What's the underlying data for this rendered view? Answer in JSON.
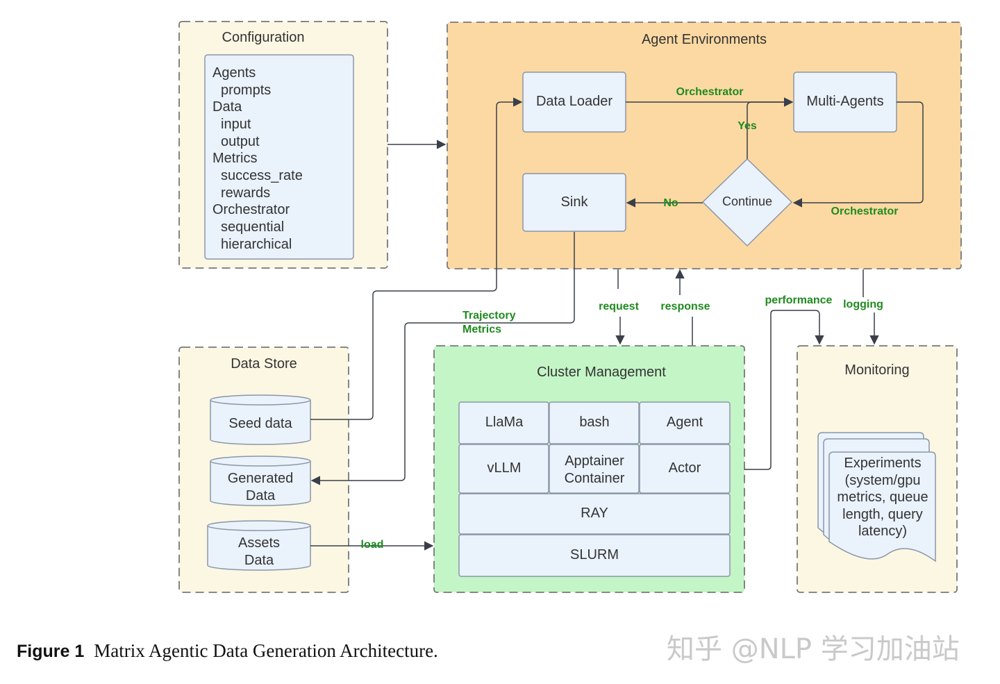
{
  "groups": {
    "configuration": "Configuration",
    "agent_environments": "Agent Environments",
    "data_store": "Data Store",
    "cluster_management": "Cluster Management",
    "monitoring": "Monitoring"
  },
  "configuration_items": [
    "Agents",
    "prompts",
    "Data",
    "input",
    "output",
    "Metrics",
    "success_rate",
    "rewards",
    "Orchestrator",
    "sequential",
    "hierarchical"
  ],
  "nodes": {
    "data_loader": "Data Loader",
    "multi_agents": "Multi-Agents",
    "sink": "Sink",
    "continue": "Continue",
    "seed_data": "Seed data",
    "generated_data": [
      "Generated",
      "Data"
    ],
    "assets_data": [
      "Assets",
      "Data"
    ],
    "llama": "LlaMa",
    "bash": "bash",
    "agent": "Agent",
    "vllm": "vLLM",
    "apptainer": [
      "Apptainer",
      "Container"
    ],
    "actor": "Actor",
    "ray": "RAY",
    "slurm": "SLURM",
    "experiments": [
      "Experiments",
      "(system/gpu",
      "metrics, queue",
      "length, query",
      "latency)"
    ]
  },
  "edge_labels": {
    "orchestrator_top": "Orchestrator",
    "yes": "Yes",
    "no": "No",
    "orchestrator_right": "Orchestrator",
    "trajectory_metrics": [
      "Trajectory",
      "Metrics"
    ],
    "request": "request",
    "response": "response",
    "performance": "performance",
    "logging": "logging",
    "load": "load"
  },
  "colors": {
    "config_bg": "#fbf7e3",
    "agent_env_bg": "#fcd9a3",
    "cluster_bg": "#c4f5c6",
    "node_bg": "#eaf2fc",
    "label_green": "#1f8a1f"
  },
  "caption": {
    "label": "Figure 1",
    "text": "Matrix Agentic Data Generation Architecture."
  },
  "watermark": "知乎 @NLP 学习加油站"
}
